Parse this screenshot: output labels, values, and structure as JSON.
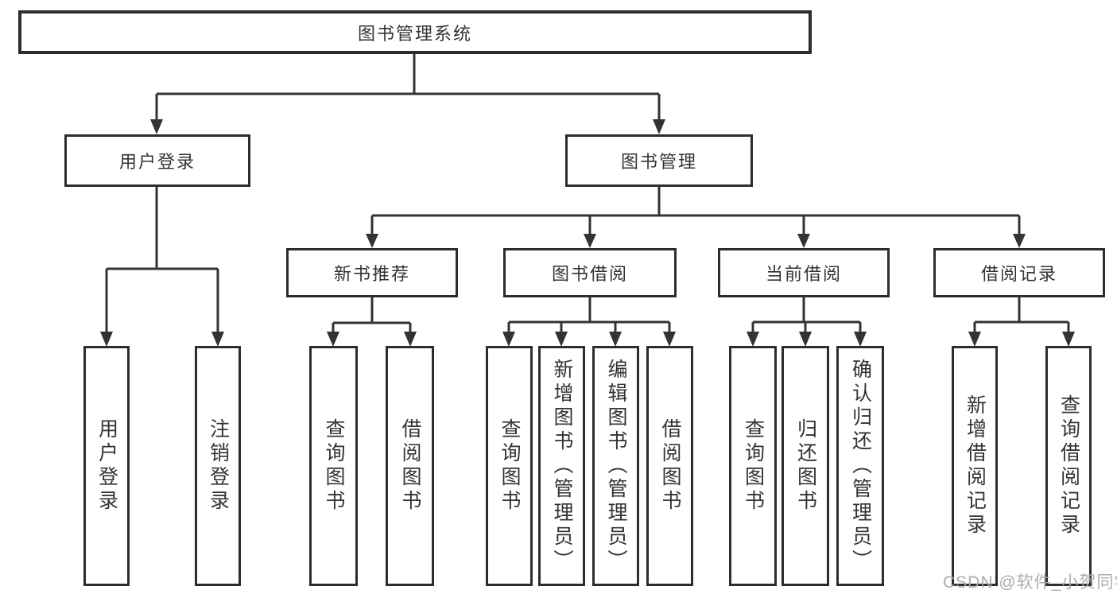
{
  "diagram": {
    "root_label": "图书管理系统",
    "branches": [
      {
        "label": "用户登录",
        "children": [
          "用户登录",
          "注销登录"
        ]
      },
      {
        "label": "图书管理",
        "groups": [
          {
            "label": "新书推荐",
            "children": [
              "查询图书",
              "借阅图书"
            ]
          },
          {
            "label": "图书借阅",
            "children": [
              "查询图书",
              "新增图书（管理员）",
              "编辑图书（管理员）",
              "借阅图书"
            ]
          },
          {
            "label": "当前借阅",
            "children": [
              "查询图书",
              "归还图书",
              "确认归还（管理员）"
            ]
          },
          {
            "label": "借阅记录",
            "children": [
              "新增借阅记录",
              "查询借阅记录"
            ]
          }
        ]
      }
    ]
  },
  "watermark": {
    "text": "CSDN @软件_小贺同学",
    "color": "#a5a9b0"
  },
  "colors": {
    "background": "#ffffff",
    "line": "#333333",
    "box_border": "#2d2d2d",
    "text": "#333333"
  }
}
